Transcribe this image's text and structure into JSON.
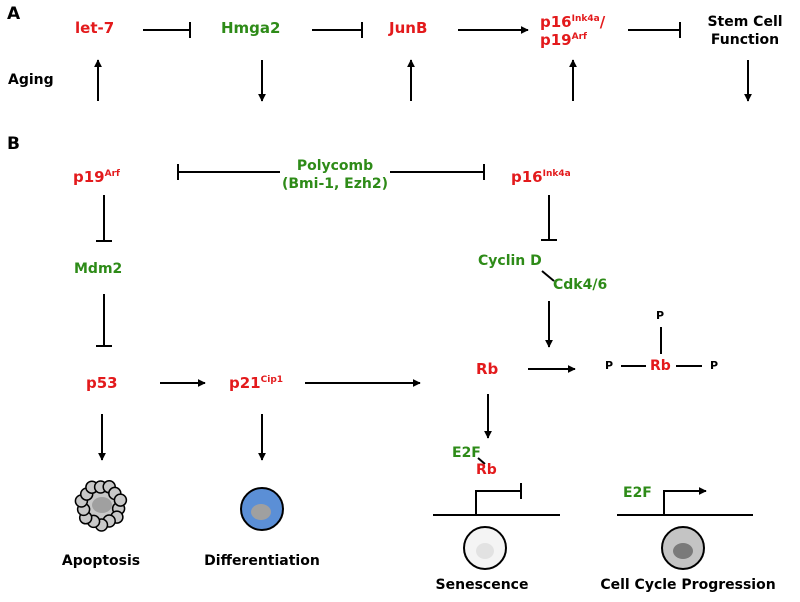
{
  "panels": {
    "a": "A",
    "b": "B"
  },
  "panel_a": {
    "let7": "let-7",
    "hmga2": "Hmga2",
    "junb": "JunB",
    "p16_base": "p16",
    "p16_sup": "Ink4a",
    "p16_slash": "/",
    "p19_base": "p19",
    "p19_sup": "Arf",
    "stem_line1": "Stem Cell",
    "stem_line2": "Function",
    "aging": "Aging"
  },
  "panel_b": {
    "p19_base": "p19",
    "p19_sup": "Arf",
    "polycomb_line1": "Polycomb",
    "polycomb_line2": "(Bmi-1, Ezh2)",
    "p16_base": "p16",
    "p16_sup": "Ink4a",
    "mdm2": "Mdm2",
    "cyclin_d": "Cyclin D",
    "cdk46": "Cdk4/6",
    "p53": "p53",
    "p21_base": "p21",
    "p21_sup": "Cip1",
    "rb": "Rb",
    "rb_phos": "Rb",
    "phospho_p": "P",
    "e2f_senescence": "E2F",
    "rb_bound": "Rb",
    "e2f_progression": "E2F",
    "apoptosis": "Apoptosis",
    "differentiation": "Differentiation",
    "senescence": "Senescence",
    "cell_cycle": "Cell Cycle Progression"
  },
  "colors": {
    "red": "#e31a1c",
    "green": "#2e8b18",
    "black": "#000000",
    "diff_cell": "#5b8fd6",
    "nucleus": "#a0a0a0",
    "apoptotic_bleb": "#c8c8c8",
    "senescent_cell": "#f4f4f4",
    "progression_cell": "#c4c4c4"
  }
}
